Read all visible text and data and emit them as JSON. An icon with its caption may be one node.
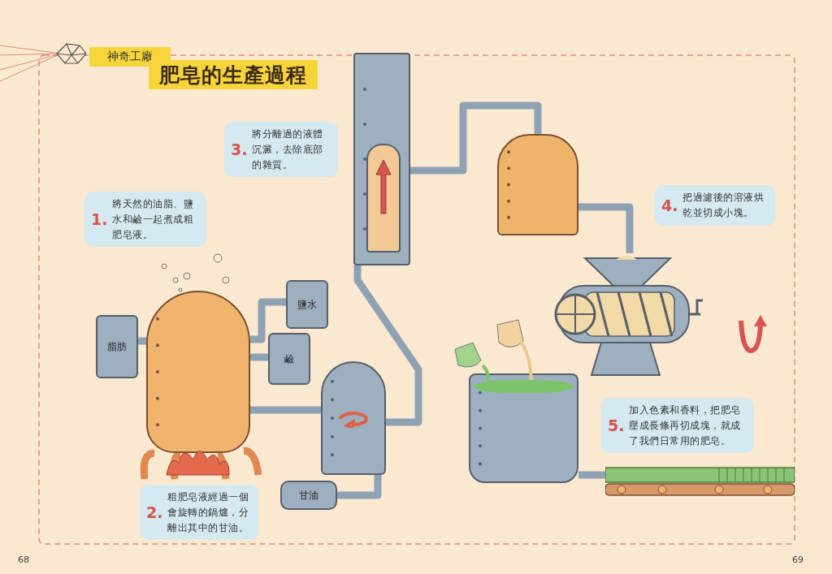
{
  "diagram": {
    "title": "肥皂的生產過程",
    "nodes": [
      {
        "text": [
          "1.",
          "將天然的油脂、鹽水和鹼一起煮成粗肥皂液。"
        ]
      },
      {
        "text": [
          "2.",
          "粗肥皂液經過一個會旋轉的鍋爐，分離出其中的甘油。"
        ]
      },
      {
        "text": [
          "3.",
          "將分離過的液體沉澱，去除底部的雜質。"
        ]
      },
      {
        "text": [
          "4.",
          "把過濾後的溶液烘乾並切成小塊。"
        ]
      },
      {
        "text": [
          "5.",
          "加入色素和香料，把肥皂壓成長條再切成塊，就成了我們日常用的肥皂。"
        ]
      },
      {
        "text": [
          "脂肪"
        ]
      },
      {
        "text": [
          "鹽水"
        ]
      },
      {
        "text": [
          "鹼"
        ]
      },
      {
        "text": [],
        "shape": "cylinder"
      },
      {
        "text": [],
        "shape": "cylinder"
      },
      {
        "text": [
          "甘油"
        ]
      },
      {
        "text": [],
        "shape": "cylinder"
      },
      {
        "text": [],
        "shape": "cylinder"
      },
      {
        "text": [],
        "shape": "picture"
      },
      {
        "text": [],
        "shape": "cylinder"
      },
      {
        "text": [],
        "shape": "bar"
      }
    ],
    "edges": [
      {
        "from": 5,
        "to": 8,
        "arrow": "none"
      },
      {
        "from": 6,
        "to": 8,
        "arrow": "none"
      },
      {
        "from": 7,
        "to": 8,
        "arrow": "none"
      },
      {
        "from": 8,
        "to": 9,
        "arrow": "none"
      },
      {
        "from": 9,
        "to": 10,
        "arrow": "none"
      },
      {
        "from": 9,
        "to": 11,
        "arrow": "none"
      },
      {
        "from": 11,
        "to": 12,
        "arrow": "none"
      },
      {
        "from": 12,
        "to": 13,
        "arrow": "none"
      },
      {
        "from": 14,
        "to": 15,
        "arrow": "none"
      }
    ],
    "labels": [
      "神奇工廠",
      "68",
      "69"
    ]
  }
}
